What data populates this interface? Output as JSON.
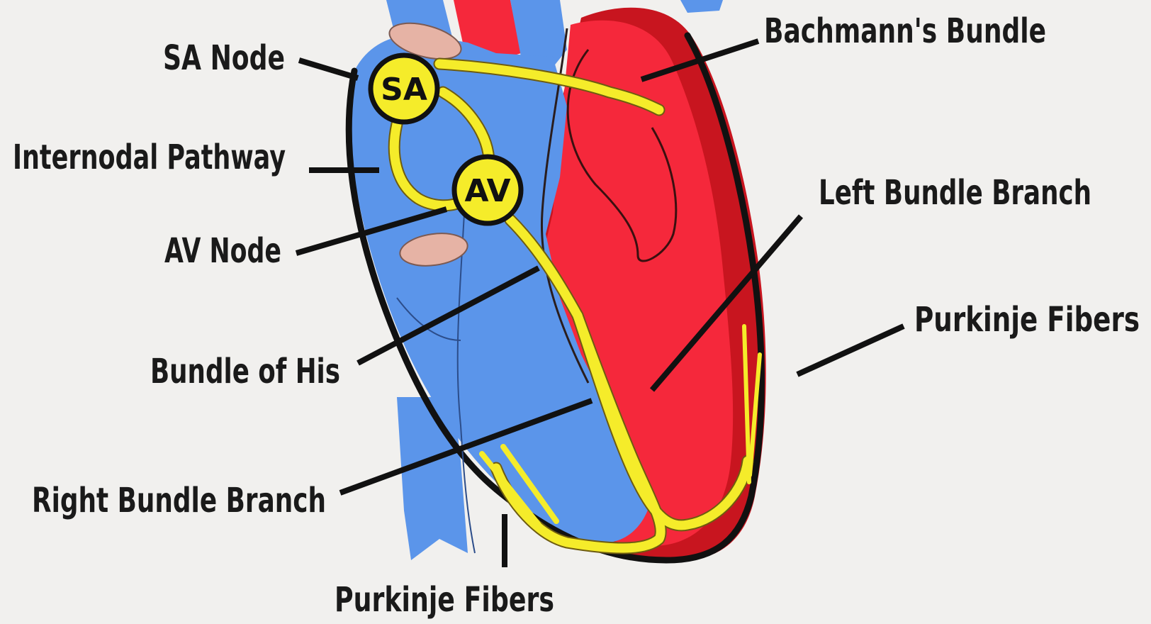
{
  "labels": {
    "sa_node": "SA Node",
    "bachmanns_bundle": "Bachmann's Bundle",
    "internodal_pathway": "Internodal Pathway",
    "left_bundle_branch": "Left Bundle Branch",
    "av_node": "AV Node",
    "purkinje_fibers_right": "Purkinje Fibers",
    "bundle_of_his": "Bundle of His",
    "right_bundle_branch": "Right Bundle Branch",
    "purkinje_fibers_bottom": "Purkinje Fibers"
  },
  "nodes": {
    "sa": "SA",
    "av": "AV"
  },
  "colors": {
    "background": "#f1f0ee",
    "right_heart_blue": "#5b95ea",
    "left_heart_red": "#f5283b",
    "dark_red": "#c8151f",
    "conduction_yellow": "#f5ec2a",
    "outline": "#111111",
    "valve_pink": "#e6b3a5"
  }
}
